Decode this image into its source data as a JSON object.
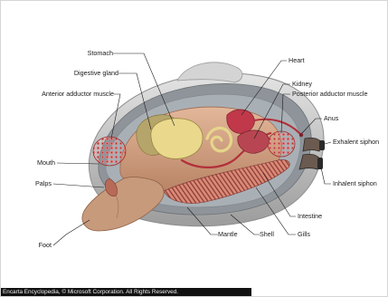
{
  "diagram": {
    "labels": {
      "stomach": "Stomach",
      "digestive_gland": "Digestive gland",
      "anterior_adductor": "Anterior adductor muscle",
      "heart": "Heart",
      "kidney": "Kidney",
      "posterior_adductor": "Posterior adductor muscle",
      "anus": "Anus",
      "exhalent_siphon": "Exhalent siphon",
      "inhalent_siphon": "Inhalent siphon",
      "mouth": "Mouth",
      "palps": "Palps",
      "foot": "Foot",
      "intestine": "Intestine",
      "mantle": "Mantle",
      "shell": "Shell",
      "gills": "Gills"
    },
    "credit": "Encarta Encyclopedia, © Microsoft Corporation. All Rights Reserved."
  },
  "colors": {
    "shell_outer": "#c9c9c9",
    "shell_inner": "#8a8f94",
    "body": "#d8a989",
    "foot": "#c89a7c",
    "muscle": "#c44a4a",
    "gland": "#e6d78a",
    "gut": "#b2303a",
    "siphon": "#2a2a2a"
  }
}
